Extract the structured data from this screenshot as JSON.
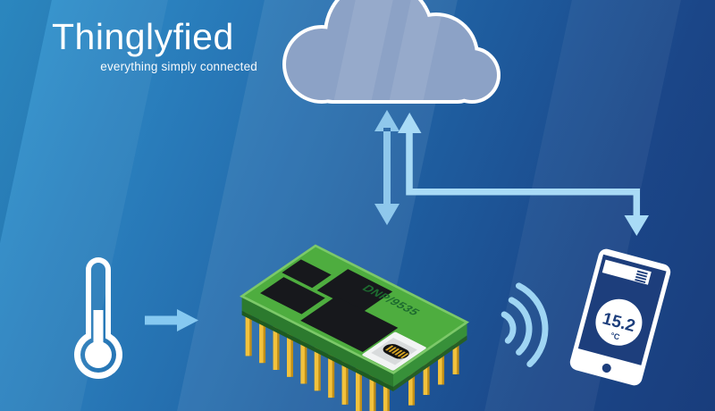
{
  "brand": {
    "name": "Thinglyfied",
    "tagline": "everything simply connected"
  },
  "diagram": {
    "chip_label": "DNP/9535",
    "phone_reading": "15.2",
    "phone_unit": "°C"
  },
  "icons": {
    "cloud": "cloud-icon",
    "thermometer": "thermometer-icon",
    "chip": "chip-module-illustration",
    "wifi": "wifi-signal-icon",
    "phone": "smartphone-icon",
    "menu": "hamburger-menu-icon",
    "home": "home-button"
  },
  "colors": {
    "bg_top_left": "#2F94CE",
    "bg_bottom_right": "#193D7C",
    "cloud_fill": "#8CA2C6",
    "arrow_sync": "#8FC8EC",
    "arrow_route": "#A9DBF6",
    "arrow_sensor": "#86C9F1",
    "wifi_blue": "#9FD5F3",
    "board_green": "#4EAD3F",
    "board_edge": "#7CC969",
    "board_side": "#2C7A2E",
    "pin_gold": "#F2C23D",
    "ic_black": "#17181C",
    "label_green": "#1D6B2F",
    "screen_navy": "#1D3E7C",
    "white": "#FFFFFF"
  }
}
